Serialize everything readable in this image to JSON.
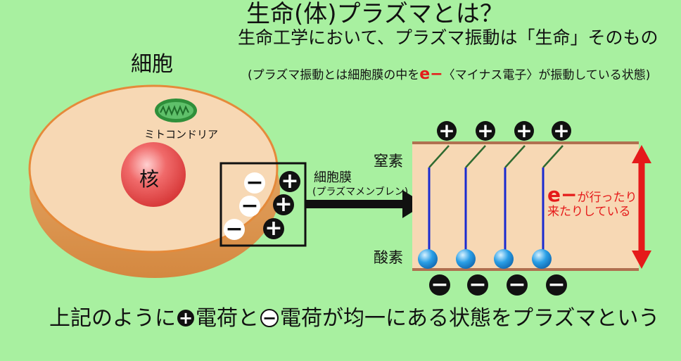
{
  "title": "生命(体)プラズマとは？",
  "subtitle": "生命工学において、プラズマ振動は「生命」そのもの",
  "note": {
    "prefix": "(プラズマ振動とは細胞膜の中を",
    "electron": "e−",
    "suffix": "〈マイナス電子〉が振動している状態)"
  },
  "cell": {
    "label": "細胞",
    "mitochondria_label": "ミトコンドリア",
    "nucleus_label": "核"
  },
  "membrane": {
    "label": "細胞膜",
    "sublabel": "(プラズマメンブレン)"
  },
  "nitrogen_label": "窒素",
  "oxygen_label": "酸素",
  "electron_note": {
    "e": "e−",
    "line1": "が行ったり",
    "line2": "来たりしている"
  },
  "plus_symbol": "+",
  "minus_symbol": "−",
  "bottom": {
    "part1": "上記のように",
    "plus": "+",
    "part2": "電荷と",
    "minus": "−",
    "part3": "電荷が均一にある状態をプラズマという"
  },
  "colors": {
    "background": "#a8f0a0",
    "cell_fill": "#f7d8b4",
    "cell_rim": "#e8a860",
    "nucleus": "#f05050",
    "mitochondria": "#40a040",
    "membrane_band": "#f7d8b4",
    "membrane_edge": "#b07050",
    "arrow_red": "#e51a1a",
    "ion_blue": "#3a9ee0",
    "chain_blue": "#1a2ad0"
  }
}
